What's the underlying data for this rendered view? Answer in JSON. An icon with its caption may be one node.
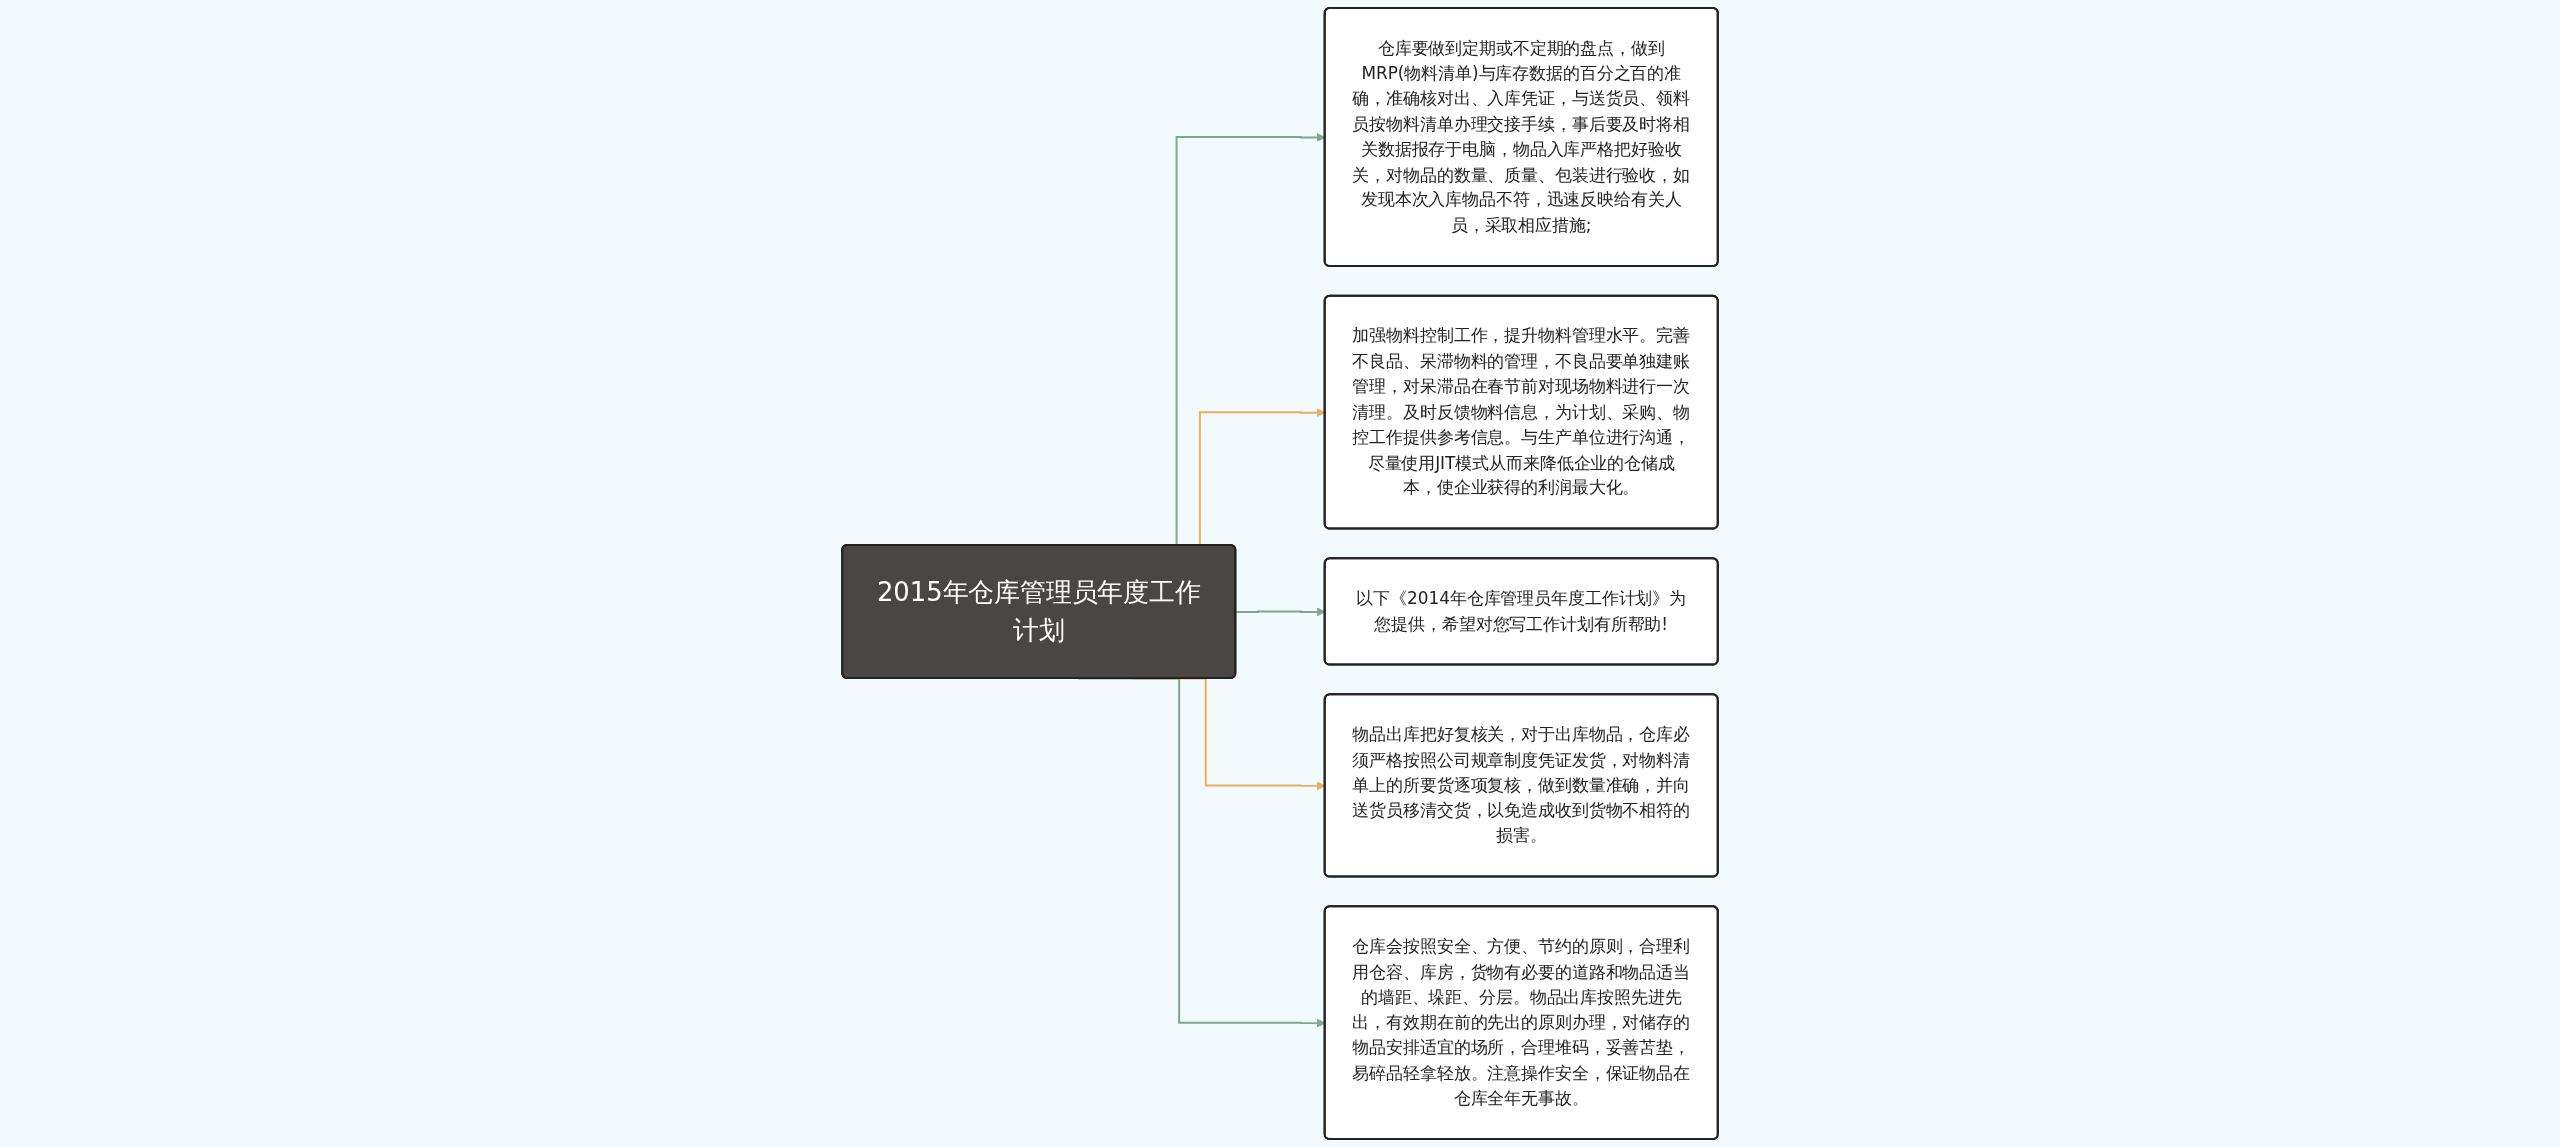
{
  "diagram": {
    "nodes": [
      {
        "text": [
          "2015年仓库管理员年度工作计划"
        ]
      },
      {
        "text": [
          "仓库要做到定期或不定期的盘点，做到MRP(物料清单)与库存数据的百分之百的准确，准确核对出、入库凭证，与送货员、领料员按物料清单办理交接手续，事后要及时将相关数据报存于电脑，物品入库严格把好验收关，对物品的数量、质量、包装进行验收，如发现本次入库物品不符，迅速反映给有关人员，采取相应措施;"
        ]
      },
      {
        "text": [
          "加强物料控制工作，提升物料管理水平。完善不良品、呆滞物料的管理，不良品要单独建账管理，对呆滞品在春节前对现场物料进行一次清理。及时反馈物料信息，为计划、采购、物控工作提供参考信息。与生产单位进行沟通，尽量使用JIT模式从而来降低企业的仓储成本，使企业获得的利润最大化。"
        ]
      },
      {
        "text": [
          "以下《2014年仓库管理员年度工作计划》为您提供，希望对您写工作计划有所帮助!"
        ]
      },
      {
        "text": [
          "物品出库把好复核关，对于出库物品，仓库必须严格按照公司规章制度凭证发货，对物料清单上的所要货逐项复核，做到数量准确，并向送货员移清交货，以免造成收到货物不相符的损害。"
        ]
      },
      {
        "text": [
          "仓库会按照安全、方便、节约的原则，合理利用仓容、库房，货物有必要的道路和物品适当的墙距、垛距、分层。物品出库按照先进先出，有效期在前的先出的原则办理，对储存的物品安排适宜的场所，合理堆码，妥善苫垫，易碎品轻拿轻放。注意操作安全，保证物品在仓库全年无事故。"
        ]
      }
    ],
    "edges": [
      {
        "from": 0,
        "to": 1,
        "arrow": "to"
      },
      {
        "from": 0,
        "to": 2,
        "arrow": "to",
        "color": "#e8b05a"
      },
      {
        "from": 0,
        "to": 3,
        "arrow": "to"
      },
      {
        "from": 0,
        "to": 4,
        "arrow": "to",
        "color": "#e8b05a"
      },
      {
        "from": 0,
        "to": 5,
        "arrow": "to"
      }
    ]
  }
}
